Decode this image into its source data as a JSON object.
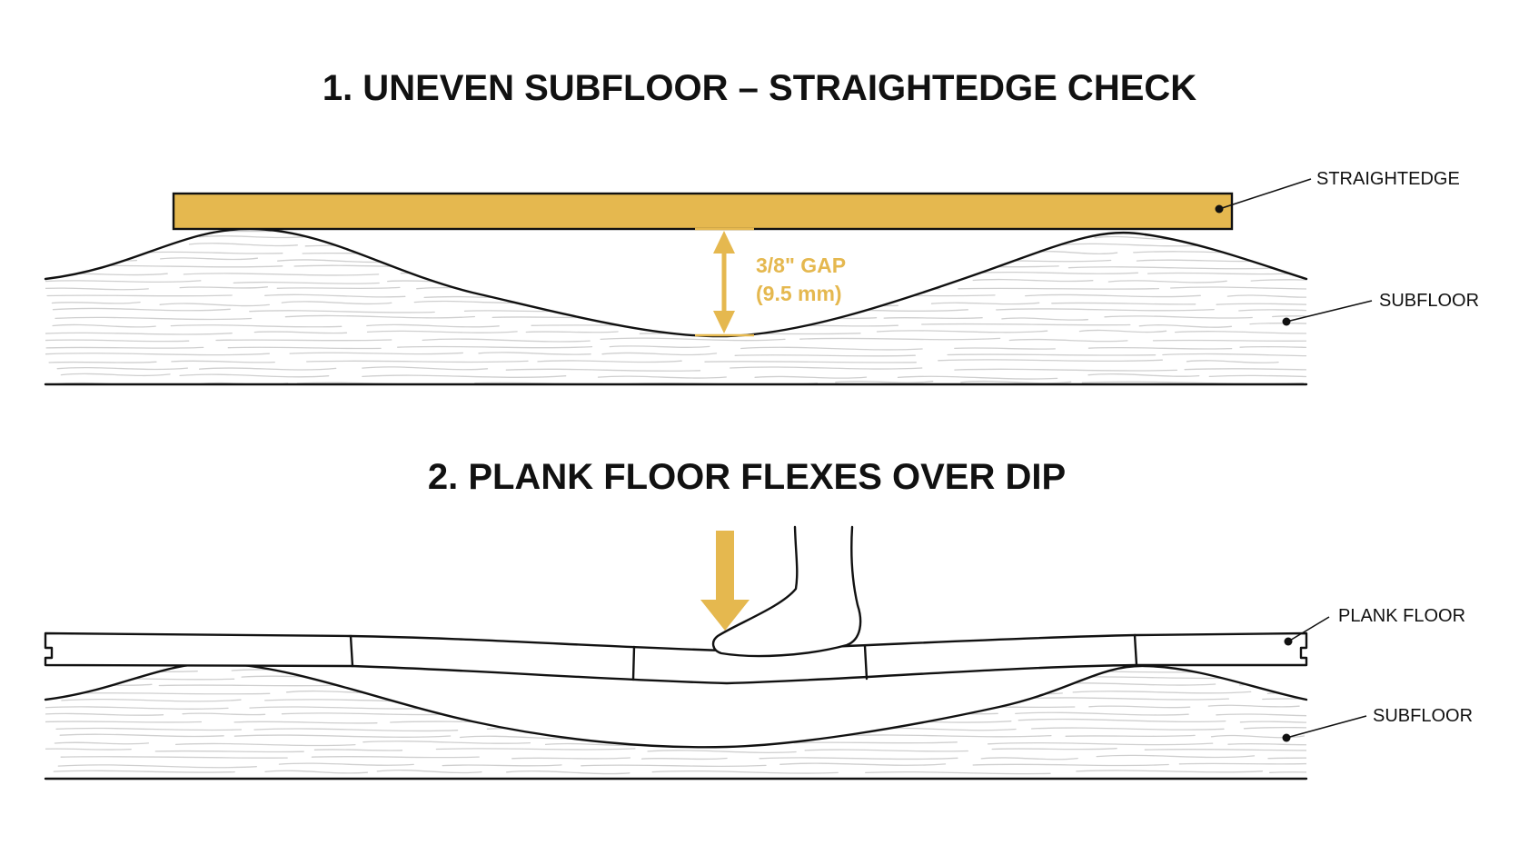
{
  "colors": {
    "accent": "#E5B84F",
    "outline": "#111111",
    "grain": "#CFCFCF"
  },
  "panel1": {
    "title": "1. UNEVEN SUBFLOOR – STRAIGHTEDGE CHECK",
    "straightedge_label": "STRAIGHTEDGE",
    "subfloor_label": "SUBFLOOR",
    "gap_line1": "3/8\" GAP",
    "gap_line2": "(9.5 mm)"
  },
  "panel2": {
    "title": "2. PLANK FLOOR FLEXES OVER DIP",
    "plank_label": "PLANK FLOOR",
    "subfloor_label": "SUBFLOOR",
    "icons": [
      "down-arrow-icon",
      "foot-icon"
    ]
  }
}
